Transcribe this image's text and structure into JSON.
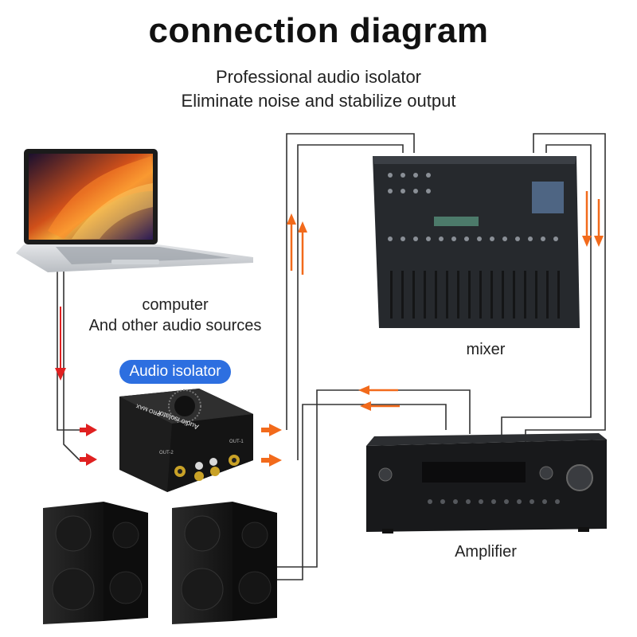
{
  "title": "connection diagram",
  "subtitle_1": "Professional audio isolator",
  "subtitle_2": "Eliminate noise and stabilize output",
  "labels": {
    "computer": "computer",
    "sources": "And other audio sources",
    "isolator_badge": "Audio isolator",
    "mixer": "mixer",
    "amplifier": "Amplifier"
  },
  "device_text": {
    "isolator_name": "Audio isolator",
    "isolator_brand": "PRO MAX",
    "out_1": "OUT-1",
    "out_2": "OUT-2"
  },
  "colors": {
    "cable": "#333333",
    "red_arrow": "#e02020",
    "orange_arrow": "#f26a1b",
    "badge": "#2d6fe0"
  }
}
